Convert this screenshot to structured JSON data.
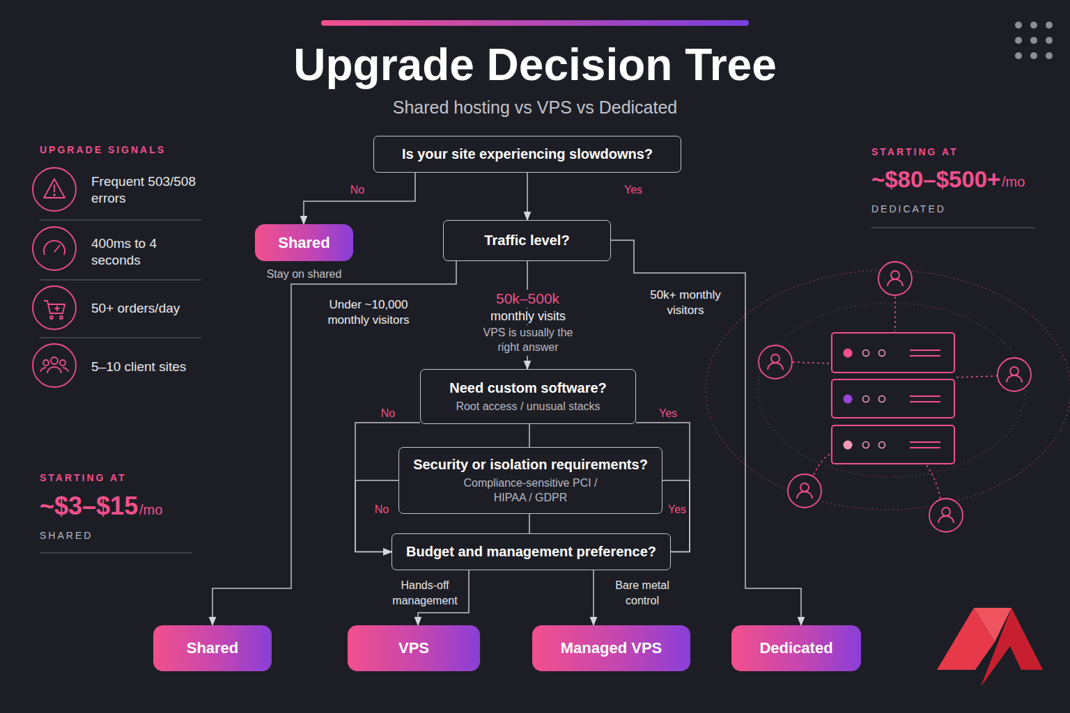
{
  "diagram": {
    "title": "Upgrade Decision Tree",
    "caption": "Shared hosting vs VPS vs Dedicated",
    "nodes": [
      {
        "text": [
          "Is your site experiencing slowdowns?"
        ]
      },
      {
        "text": [
          "Shared",
          "Stay on shared"
        ]
      },
      {
        "text": [
          "Traffic level?"
        ]
      },
      {
        "text": [
          "Need custom software?",
          "Root access / unusual stacks"
        ]
      },
      {
        "text": [
          "Security or isolation requirements?",
          "Compliance-sensitive PCI / HIPAA / GDPR"
        ]
      },
      {
        "text": [
          "Budget and management preference?"
        ]
      },
      {
        "text": [
          "Shared"
        ]
      },
      {
        "text": [
          "VPS"
        ]
      },
      {
        "text": [
          "Managed VPS"
        ]
      },
      {
        "text": [
          "Dedicated"
        ]
      }
    ],
    "edges": [
      {
        "from": 0,
        "to": 1,
        "label": "No",
        "arrow": "to"
      },
      {
        "from": 0,
        "to": 2,
        "label": "Yes",
        "arrow": "to"
      },
      {
        "from": 2,
        "to": 6,
        "arrow": "to"
      },
      {
        "from": 2,
        "to": 3,
        "arrow": "to"
      },
      {
        "from": 2,
        "to": 9,
        "arrow": "to"
      },
      {
        "from": 3,
        "to": 5,
        "label": "No",
        "arrow": "to"
      },
      {
        "from": 3,
        "to": 5,
        "label": "Yes",
        "arrow": "none"
      },
      {
        "from": 3,
        "to": 4,
        "arrow": "none"
      },
      {
        "from": 4,
        "to": 5,
        "label": "No",
        "arrow": "to"
      },
      {
        "from": 4,
        "to": 5,
        "label": "Yes",
        "arrow": "none"
      },
      {
        "from": 4,
        "to": 5,
        "arrow": "none"
      },
      {
        "from": 5,
        "to": 7,
        "label": "Hands-off management",
        "arrow": "to"
      },
      {
        "from": 5,
        "to": 8,
        "label": "Bare metal control",
        "arrow": "to"
      }
    ],
    "labels": [
      "UPGRADE SIGNALS",
      "Frequent 503/508 errors",
      "400ms to 4 seconds",
      "50+ orders/day",
      "5–10 client sites",
      "STARTING AT",
      "~$3–$15",
      "/mo",
      "SHARED",
      "STARTING AT",
      "~$80–$500+",
      "/mo",
      "DEDICATED",
      "Under ~10,000 monthly visitors",
      "50k–500k",
      "monthly visits",
      "VPS is usually the right answer",
      "50k+ monthly visitors"
    ]
  }
}
